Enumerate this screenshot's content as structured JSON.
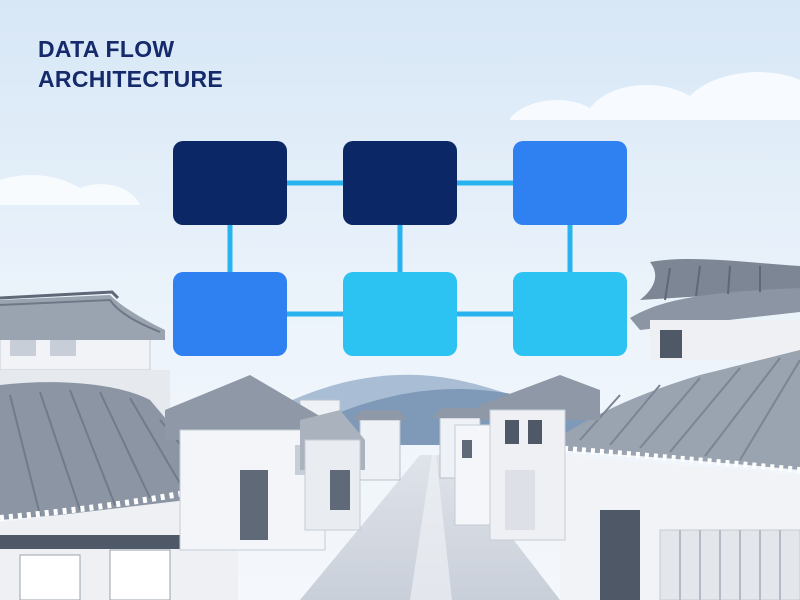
{
  "title": {
    "line1": "DATA FLOW",
    "line2": "ARCHITECTURE"
  },
  "colors": {
    "navy": "#0c2766",
    "blue": "#2f80f0",
    "cyan": "#2cc3f2",
    "connector": "#28b3ee",
    "title": "#142a6a"
  },
  "diagram": {
    "rows": 2,
    "cols": 3,
    "nodes": [
      {
        "row": 0,
        "col": 0,
        "color": "#0c2766"
      },
      {
        "row": 0,
        "col": 1,
        "color": "#0c2766"
      },
      {
        "row": 0,
        "col": 2,
        "color": "#2f80f0"
      },
      {
        "row": 1,
        "col": 0,
        "color": "#2f80f0"
      },
      {
        "row": 1,
        "col": 1,
        "color": "#2cc3f2"
      },
      {
        "row": 1,
        "col": 2,
        "color": "#2cc3f2"
      }
    ],
    "edges": [
      [
        0,
        1
      ],
      [
        1,
        2
      ],
      [
        3,
        4
      ],
      [
        4,
        5
      ],
      [
        0,
        3
      ],
      [
        1,
        4
      ],
      [
        2,
        5
      ]
    ]
  }
}
